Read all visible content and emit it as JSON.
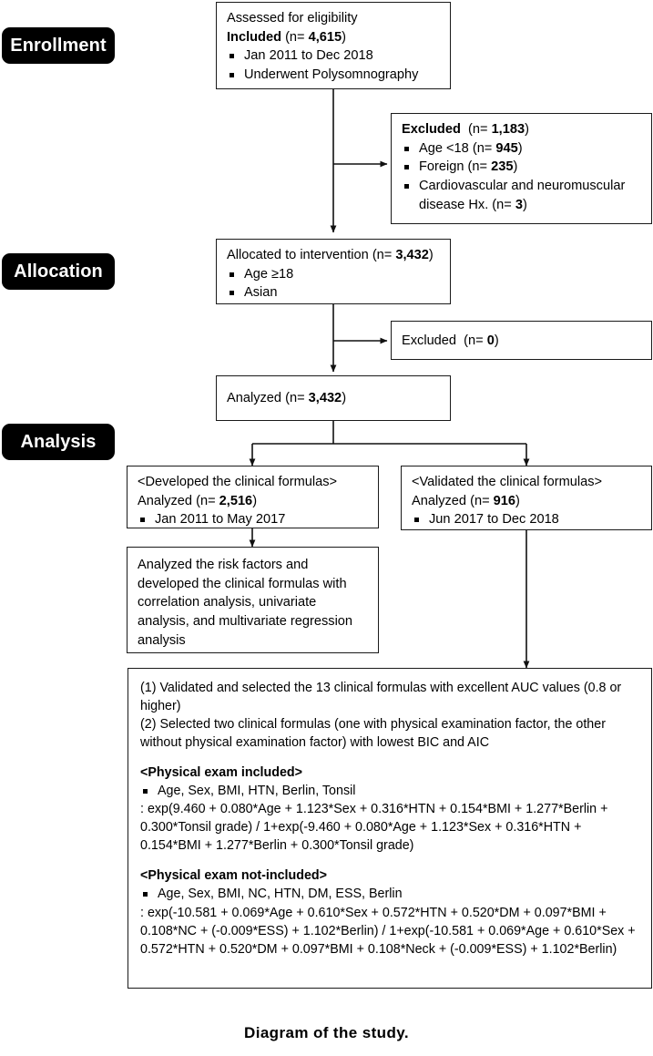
{
  "figure": {
    "caption": "Diagram of the study."
  },
  "stages": [
    {
      "id": "enrollment",
      "label": "Enrollment"
    },
    {
      "id": "allocation",
      "label": "Allocation"
    },
    {
      "id": "analysis",
      "label": "Analysis"
    }
  ],
  "nodes": {
    "assessed": {
      "title": "Assessed for eligibility",
      "included_label": "Included",
      "included_n": "(n= 4,615)",
      "included_n_prefix": "(n= ",
      "included_n_value": "4,615",
      "included_n_suffix": ")",
      "bullets": [
        "Jan 2011 to Dec 2018",
        "Underwent Polysomnography"
      ]
    },
    "excluded_1": {
      "label": "Excluded",
      "n_prefix": "(n= ",
      "n_value": "1,183",
      "n_suffix": ")",
      "bullets": [
        {
          "text_before": "Age <18 (n=  ",
          "value": "945",
          "text_after": ")"
        },
        {
          "text_before": "Foreign (n= ",
          "value": "235",
          "text_after": ")"
        },
        {
          "text_before": "Cardiovascular and neuromuscular disease Hx. (n= ",
          "value": "3",
          "text_after": ")"
        }
      ]
    },
    "allocated": {
      "title_before": "Allocated to intervention (n= ",
      "title_value": "3,432",
      "title_after": ")",
      "bullets": [
        "Age ≥18",
        "Asian"
      ]
    },
    "excluded_2": {
      "label": "Excluded",
      "n_prefix": "(n= ",
      "n_value": "0",
      "n_suffix": ")"
    },
    "analyzed_all": {
      "title_before": "Analyzed (n= ",
      "title_value": "3,432",
      "title_after": ")"
    },
    "developed": {
      "header": "<Developed the clinical formulas>",
      "analyzed_before": "Analyzed (n= ",
      "analyzed_value": "2,516",
      "analyzed_after": ")",
      "bullets": [
        "Jan 2011 to May 2017"
      ]
    },
    "validated": {
      "header": "<Validated the clinical formulas>",
      "analyzed_before": "Analyzed (n= ",
      "analyzed_value": "916",
      "analyzed_after": ")",
      "bullets": [
        "Jun 2017 to Dec 2018"
      ]
    },
    "risk_factors": {
      "text": "Analyzed the risk factors and developed the clinical formulas with correlation analysis, univariate analysis, and multivariate regression analysis"
    },
    "results": {
      "item1": "(1) Validated and selected the 13 clinical formulas with excellent AUC values (0.8 or higher)",
      "item2": "(2) Selected two clinical formulas (one with physical examination factor, the other without physical examination factor) with lowest BIC and AIC",
      "pe_included_header": "<Physical exam included>",
      "pe_included_bullet": "Age, Sex, BMI, HTN, Berlin, Tonsil",
      "pe_included_formula": ": exp(9.460 + 0.080*Age + 1.123*Sex + 0.316*HTN + 0.154*BMI + 1.277*Berlin + 0.300*Tonsil grade) / 1+exp(-9.460 + 0.080*Age + 1.123*Sex + 0.316*HTN + 0.154*BMI + 1.277*Berlin + 0.300*Tonsil grade)",
      "pe_excluded_header": "<Physical exam not-included>",
      "pe_excluded_bullet": "Age, Sex, BMI, NC, HTN, DM, ESS, Berlin",
      "pe_excluded_formula": ": exp(-10.581 + 0.069*Age + 0.610*Sex + 0.572*HTN + 0.520*DM + 0.097*BMI + 0.108*NC + (-0.009*ESS) + 1.102*Berlin) / 1+exp(-10.581 + 0.069*Age + 0.610*Sex + 0.572*HTN + 0.520*DM + 0.097*BMI + 0.108*Neck + (-0.009*ESS) + 1.102*Berlin)"
    }
  },
  "colors": {
    "stage_bg": "#000000",
    "stage_text": "#ffffff",
    "box_border": "#1a1a1a",
    "background": "#ffffff",
    "text": "#000000"
  }
}
